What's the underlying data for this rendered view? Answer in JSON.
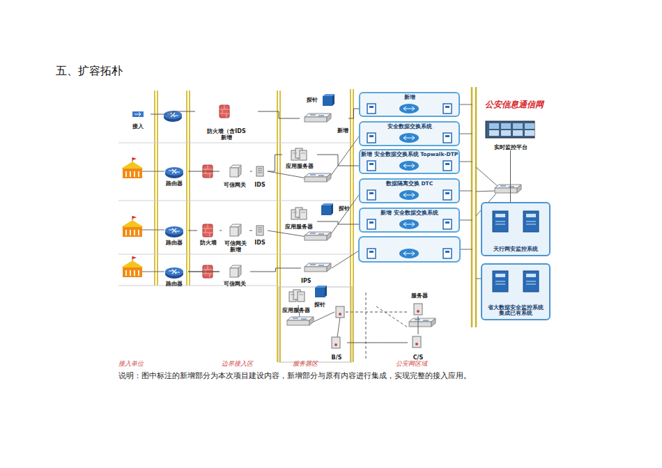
{
  "diagram": {
    "title": "五、扩容拓朴",
    "caption": "说明：图中标注的新增部分为本次项目建设内容，新增部分与原有内容进行集成，实现完整的接入应用。",
    "nodes": [
      {
        "text": [
          "接入"
        ]
      },
      {
        "text": [
          "防火墙（含IDS",
          "新增"
        ]
      },
      {
        "text": [
          "探针"
        ]
      },
      {
        "text": [
          "新增"
        ]
      },
      {
        "text": [
          "路由器"
        ]
      },
      {
        "text": [
          "可信网关"
        ]
      },
      {
        "text": [
          "IDS"
        ]
      },
      {
        "text": [
          "应用服务器"
        ]
      },
      {
        "text": [
          "路由器"
        ]
      },
      {
        "text": [
          "防火墙"
        ]
      },
      {
        "text": [
          "可信网关",
          "新增"
        ]
      },
      {
        "text": [
          "IDS"
        ]
      },
      {
        "text": [
          "应用服务器"
        ]
      },
      {
        "text": [
          "探针"
        ]
      },
      {
        "text": [
          "路由器"
        ]
      },
      {
        "text": [
          "可信网关"
        ]
      },
      {
        "text": [
          "IPS"
        ]
      },
      {
        "text": [
          "应用服务器"
        ]
      },
      {
        "text": [
          "探针"
        ]
      },
      {
        "text": [
          "服务器"
        ]
      },
      {
        "text": [
          "C/S"
        ]
      },
      {
        "text": [
          "B/S"
        ]
      },
      {
        "text": [
          "新增"
        ]
      },
      {
        "text": [
          "安全数据交换系统"
        ]
      },
      {
        "text": [
          "新增",
          "安全数据交换系统 Topwalk-DTP"
        ]
      },
      {
        "text": [
          "数据隔离交换 DTC"
        ]
      },
      {
        "text": [
          "新增",
          "安全数据交换系统"
        ]
      },
      {
        "text": [
          "公安信息通信网"
        ]
      },
      {
        "text": [
          "实时监控平台"
        ]
      },
      {
        "text": [
          "天行网安监控系统"
        ]
      },
      {
        "text": [
          "省大数据安全监控系统",
          "集成已有系统"
        ]
      }
    ],
    "edges": [
      {
        "from": 0,
        "to": 1,
        "arrow": "none"
      },
      {
        "from": 1,
        "to": 3,
        "arrow": "none"
      },
      {
        "from": 3,
        "to": 22,
        "arrow": "none"
      },
      {
        "from": 4,
        "to": 5,
        "arrow": "none"
      },
      {
        "from": 5,
        "to": 6,
        "arrow": "none"
      },
      {
        "from": 6,
        "to": 7,
        "arrow": "none"
      },
      {
        "from": 7,
        "to": 24,
        "arrow": "none"
      },
      {
        "from": 8,
        "to": 9,
        "arrow": "none"
      },
      {
        "from": 9,
        "to": 10,
        "arrow": "none"
      },
      {
        "from": 10,
        "to": 11,
        "arrow": "none"
      },
      {
        "from": 12,
        "to": 26,
        "arrow": "none"
      },
      {
        "from": 14,
        "to": 15,
        "arrow": "none"
      },
      {
        "from": 15,
        "to": 16,
        "arrow": "none"
      },
      {
        "from": 28,
        "to": 29,
        "arrow": "none"
      },
      {
        "from": 19,
        "to": 20,
        "arrow": "none"
      },
      {
        "from": 21,
        "to": 20,
        "arrow": "none"
      }
    ],
    "labels": [
      "接入单位",
      "边界接入区",
      "服务器区",
      "公安网区域"
    ]
  }
}
